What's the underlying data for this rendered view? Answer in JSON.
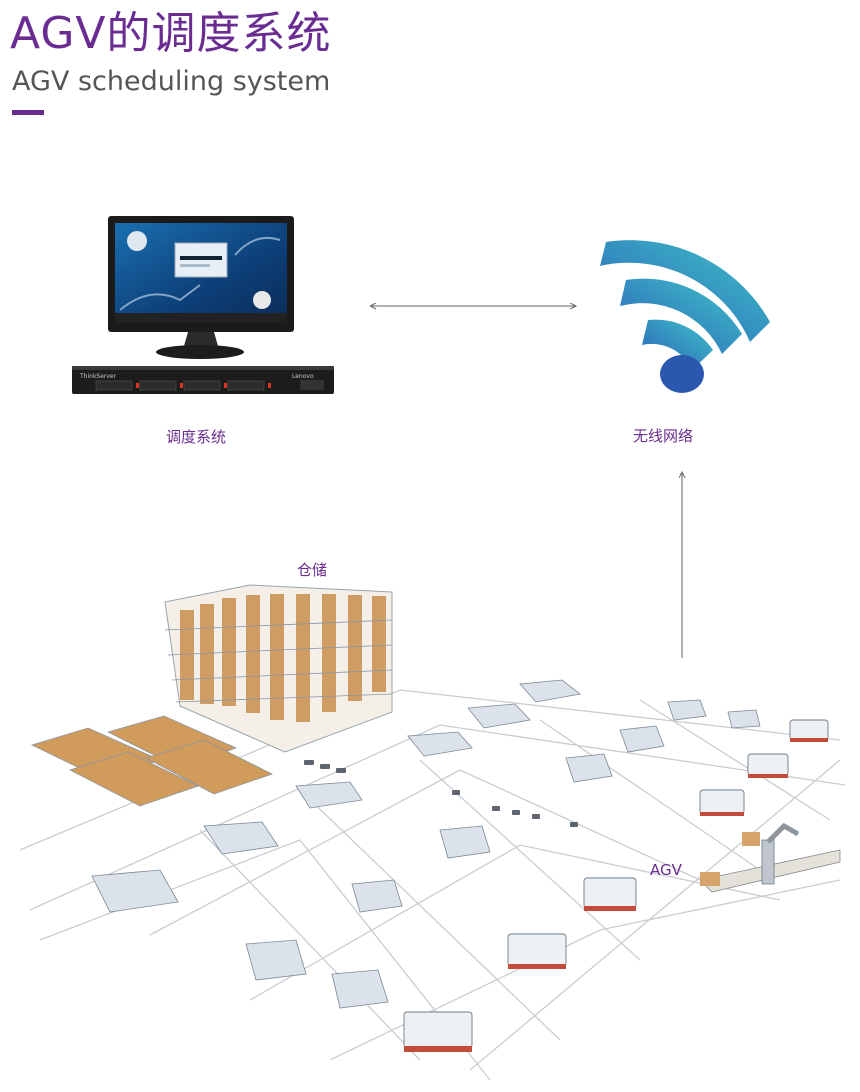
{
  "header": {
    "title": "AGV的调度系统",
    "subtitle": "AGV scheduling system"
  },
  "labels": {
    "scheduling": "调度系统",
    "wireless": "无线网络",
    "storage": "仓储",
    "agv": "AGV"
  },
  "device_text": {
    "server_brand_left": "ThinkServer",
    "server_brand_right": "Lenovo"
  },
  "colors": {
    "accent": "#6a2c91",
    "wifi_dark": "#2b5fb8",
    "wifi_light": "#3fc3c8"
  }
}
